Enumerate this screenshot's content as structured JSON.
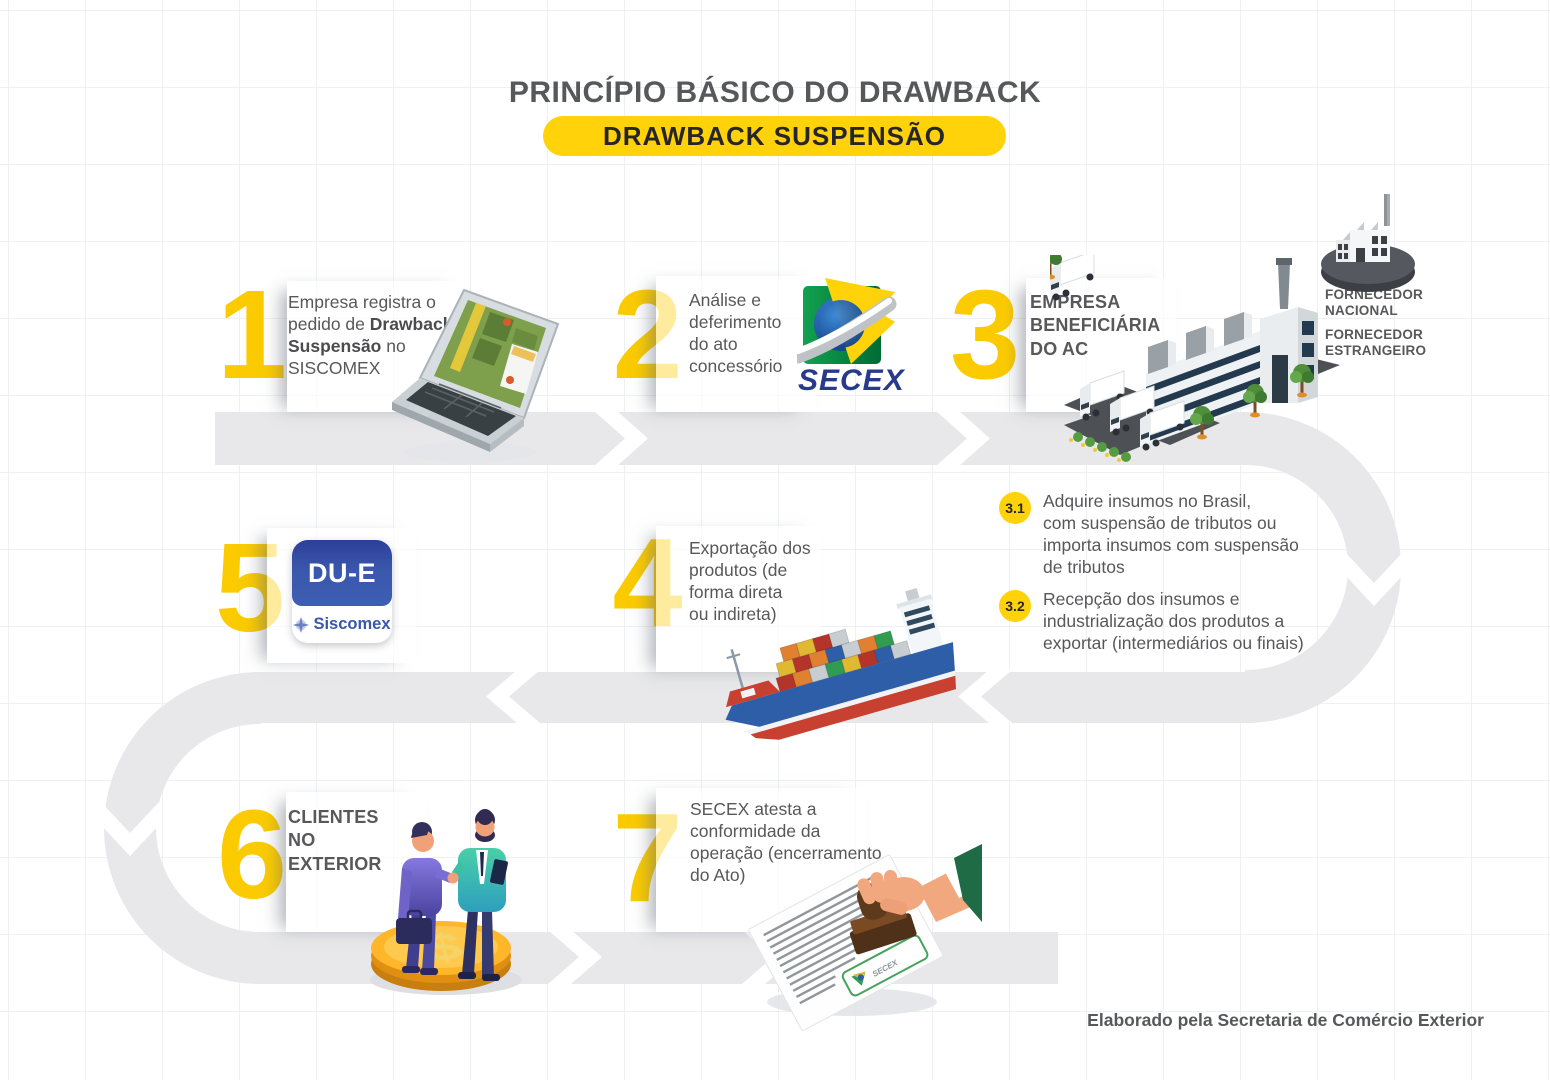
{
  "title": "PRINCÍPIO BÁSICO DO DRAWBACK",
  "badge": "DRAWBACK SUSPENSÃO",
  "footer": "Elaborado pela Secretaria de Comércio Exterior",
  "colors": {
    "yellow": "#FFD20A",
    "band_gray": "#E8E8EA",
    "text_gray": "#58585B",
    "badge_text": "#26262A",
    "secex_blue": "#283A8C",
    "due_blue": "#3A57AC"
  },
  "steps": {
    "s1": {
      "num": "1",
      "pre": "Empresa registra o pedido de ",
      "bold": "Drawback Suspensão",
      "post": " no SISCOMEX"
    },
    "s2": {
      "num": "2",
      "lines": [
        "Análise e",
        "deferimento",
        "do ato",
        "concessório"
      ]
    },
    "s3": {
      "num": "3",
      "lines": [
        "EMPRESA",
        "BENEFICIÁRIA",
        "DO AC"
      ]
    },
    "s4": {
      "num": "4",
      "lines": [
        "Exportação dos",
        "produtos (de",
        "forma direta",
        "ou indireta)"
      ]
    },
    "s5": {
      "num": "5"
    },
    "s6": {
      "num": "6",
      "lines": [
        "CLIENTES",
        "NO",
        "EXTERIOR"
      ]
    },
    "s7": {
      "num": "7",
      "lines": [
        "SECEX atesta a",
        "conformidade da",
        "operação (encerramento",
        "do Ato)"
      ]
    }
  },
  "substeps": [
    {
      "num": "3.1",
      "lines": [
        "Adquire insumos no Brasil,",
        "com suspensão de tributos ou",
        "importa insumos com suspensão",
        "de tributos"
      ]
    },
    {
      "num": "3.2",
      "lines": [
        "Recepção dos insumos e",
        "industrialização dos produtos a",
        "exportar (intermediários ou finais)"
      ]
    }
  ],
  "suppliers": {
    "national": "FORNECEDOR NACIONAL",
    "foreign": "FORNECEDOR ESTRANGEIRO"
  },
  "secex_logo": {
    "label": "SECEX"
  },
  "due_badge": {
    "top": "DU-E",
    "bottom": "Siscomex"
  },
  "illustrations": {
    "step1": "laptop",
    "step2": "secex-logo",
    "step3": "factory-with-trucks",
    "supplier": "factory-disc",
    "step4": "cargo-ship",
    "step6": "handshake-on-coin",
    "step7": "stamp-on-document"
  }
}
